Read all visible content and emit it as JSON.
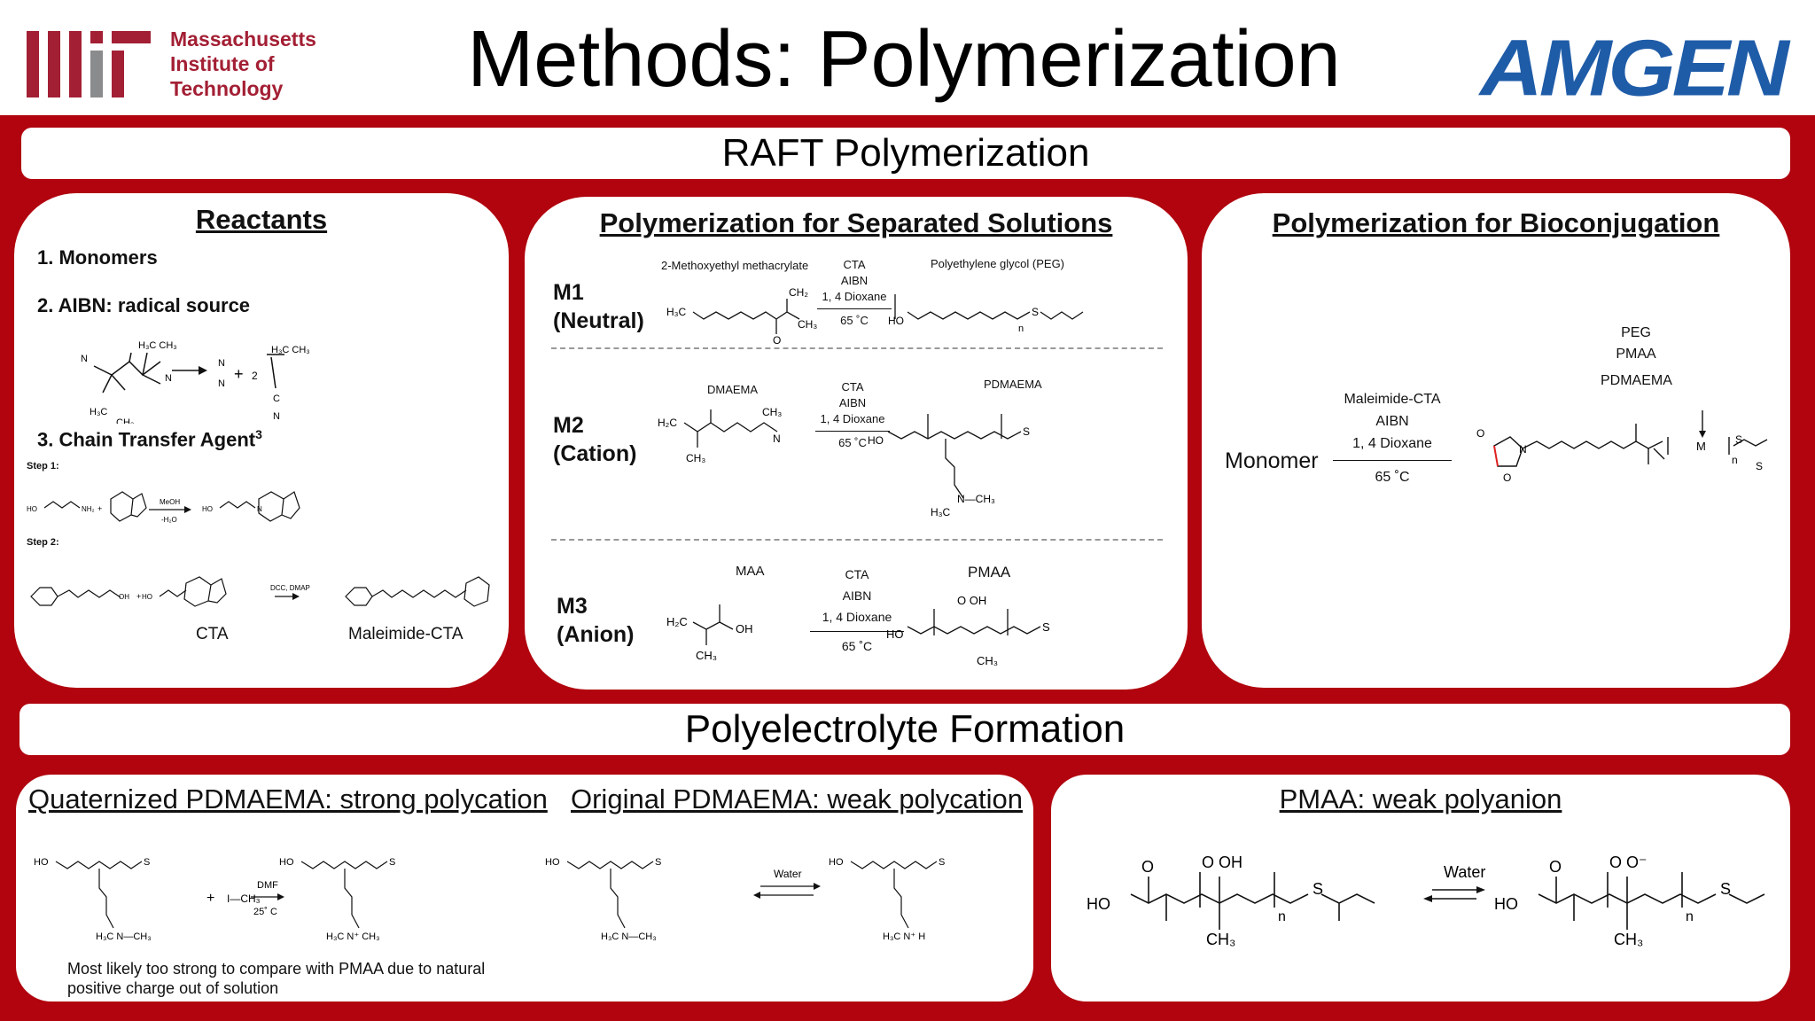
{
  "header": {
    "title": "Methods: Polymerization",
    "mit": [
      "Massachusetts",
      "Institute of",
      "Technology"
    ],
    "amgen": "AMGEN",
    "colors": {
      "mit_red": "#a31f34",
      "mit_gray": "#8a8b8c",
      "amgen_blue": "#1f5ca8",
      "background_red": "#b1040e"
    }
  },
  "raft": {
    "banner": "RAFT Polymerization",
    "reactants": {
      "title": "Reactants",
      "item1": "1. Monomers",
      "item2": "2. AIBN: radical source",
      "item3": "3. Chain Transfer Agent",
      "item3_sup": "3",
      "step1": "Step 1:",
      "step2": "Step 2:",
      "meoh": "MeOH",
      "h2o": "-H₂O",
      "dcc": "DCC, DMAP",
      "cta_label": "CTA",
      "mal_cta_label": "Maleimide-CTA",
      "aibn_two": "2",
      "plus": "+"
    },
    "separated": {
      "title": "Polymerization for Separated Solutions",
      "m1_label": [
        "M1",
        "(Neutral)"
      ],
      "m2_label": [
        "M2",
        "(Cation)"
      ],
      "m3_label": [
        "M3",
        "(Anion)"
      ],
      "m1_monomer": "2-Methoxyethyl methacrylate",
      "m1_product": "Polyethylene glycol (PEG)",
      "m2_monomer": "DMAEMA",
      "m2_product": "PDMAEMA",
      "m3_monomer": "MAA",
      "m3_product": "PMAA",
      "conditions": [
        "CTA",
        "AIBN",
        "1, 4 Dioxane",
        "65 ˚C"
      ]
    },
    "bioconjugation": {
      "title": "Polymerization for Bioconjugation",
      "monomer": "Monomer",
      "conditions": [
        "Maleimide-CTA",
        "AIBN",
        "1, 4 Dioxane",
        "65 ˚C"
      ],
      "polymers": [
        "PEG",
        "PMAA",
        "PDMAEMA"
      ],
      "m_label": "M",
      "n_label": "n"
    }
  },
  "poly": {
    "banner": "Polyelectrolyte Formation",
    "quat_title": "Quaternized PDMAEMA: strong polycation",
    "orig_title": "Original PDMAEMA: weak polycation",
    "pmaa_title": "PMAA: weak polyanion",
    "dmf": "DMF",
    "temp": "25˚ C",
    "water": "Water",
    "mei": "I—CH₃",
    "plus": "+",
    "note": [
      "Most likely too strong to compare with PMAA due to natural",
      "positive charge out of solution"
    ]
  }
}
